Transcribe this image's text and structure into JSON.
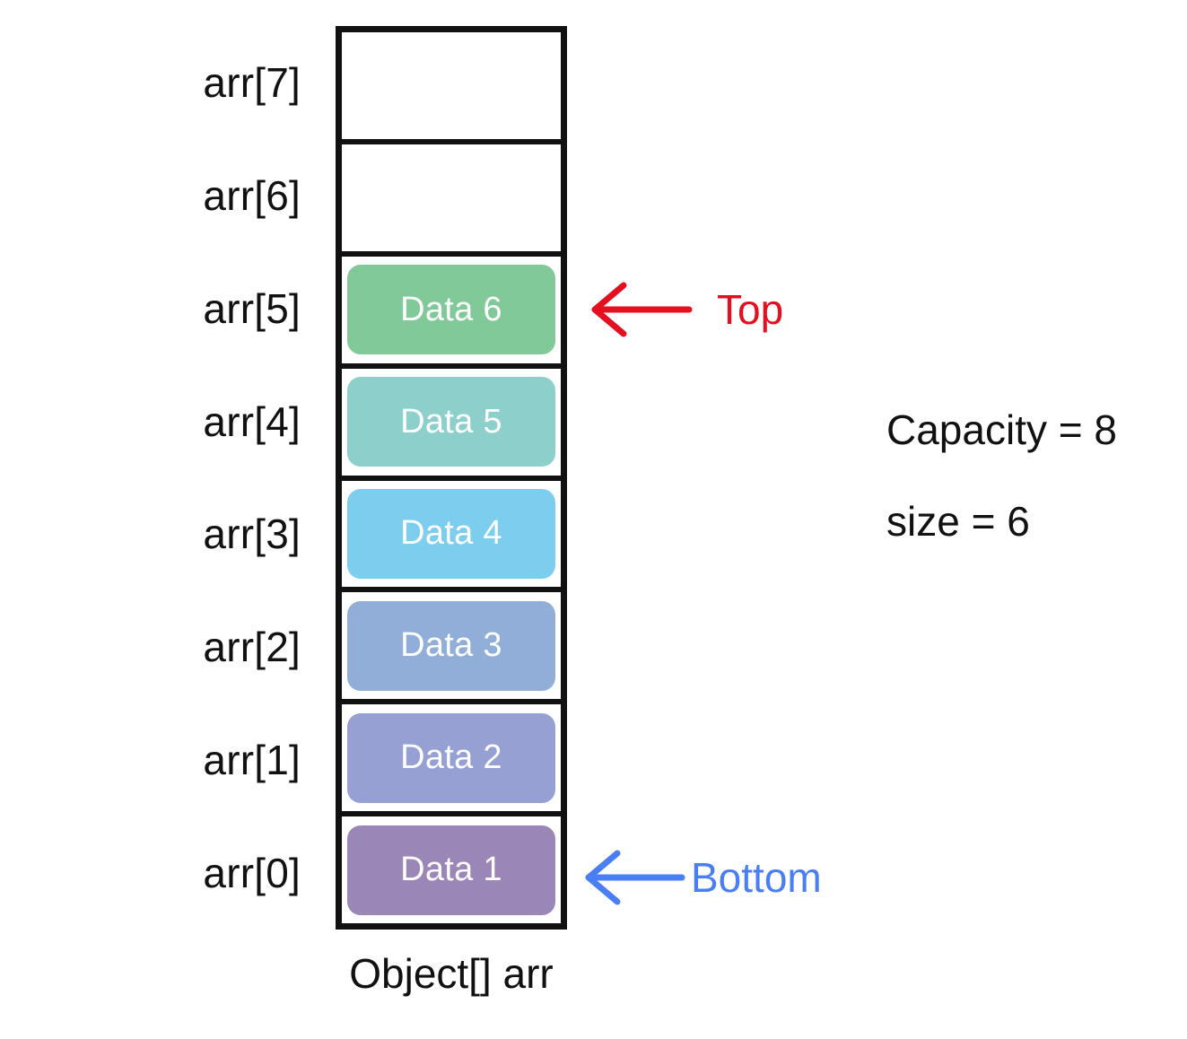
{
  "diagram": {
    "title_caption": "Object[] arr",
    "array": {
      "capacity": 8,
      "size": 6,
      "border_color": "#111111",
      "cells": [
        {
          "index_label": "arr[7]",
          "value": "",
          "filled": false,
          "color": "#ffffff"
        },
        {
          "index_label": "arr[6]",
          "value": "",
          "filled": false,
          "color": "#ffffff"
        },
        {
          "index_label": "arr[5]",
          "value": "Data 6",
          "filled": true,
          "color": "#82c99a"
        },
        {
          "index_label": "arr[4]",
          "value": "Data 5",
          "filled": true,
          "color": "#8ccfcb"
        },
        {
          "index_label": "arr[3]",
          "value": "Data 4",
          "filled": true,
          "color": "#7ccdee"
        },
        {
          "index_label": "arr[2]",
          "value": "Data 3",
          "filled": true,
          "color": "#91aed8"
        },
        {
          "index_label": "arr[1]",
          "value": "Data 2",
          "filled": true,
          "color": "#96a0d3"
        },
        {
          "index_label": "arr[0]",
          "value": "Data 1",
          "filled": true,
          "color": "#9b86b8"
        }
      ]
    },
    "pointers": [
      {
        "name": "top",
        "label": "Top",
        "color": "#e4101f",
        "points_to": "arr[5]"
      },
      {
        "name": "bottom",
        "label": "Bottom",
        "color": "#4a7ef5",
        "points_to": "arr[0]"
      }
    ],
    "stats": [
      {
        "key": "Capacity",
        "text": "Capacity = 8"
      },
      {
        "key": "size",
        "text": "size = 6"
      }
    ]
  },
  "chart_data": {
    "type": "table",
    "title": "Object[] arr",
    "categories": [
      "arr[0]",
      "arr[1]",
      "arr[2]",
      "arr[3]",
      "arr[4]",
      "arr[5]",
      "arr[6]",
      "arr[7]"
    ],
    "values": [
      "Data 1",
      "Data 2",
      "Data 3",
      "Data 4",
      "Data 5",
      "Data 6",
      "",
      ""
    ],
    "annotations": [
      "Top -> arr[5]",
      "Bottom -> arr[0]",
      "Capacity = 8",
      "size = 6"
    ]
  }
}
